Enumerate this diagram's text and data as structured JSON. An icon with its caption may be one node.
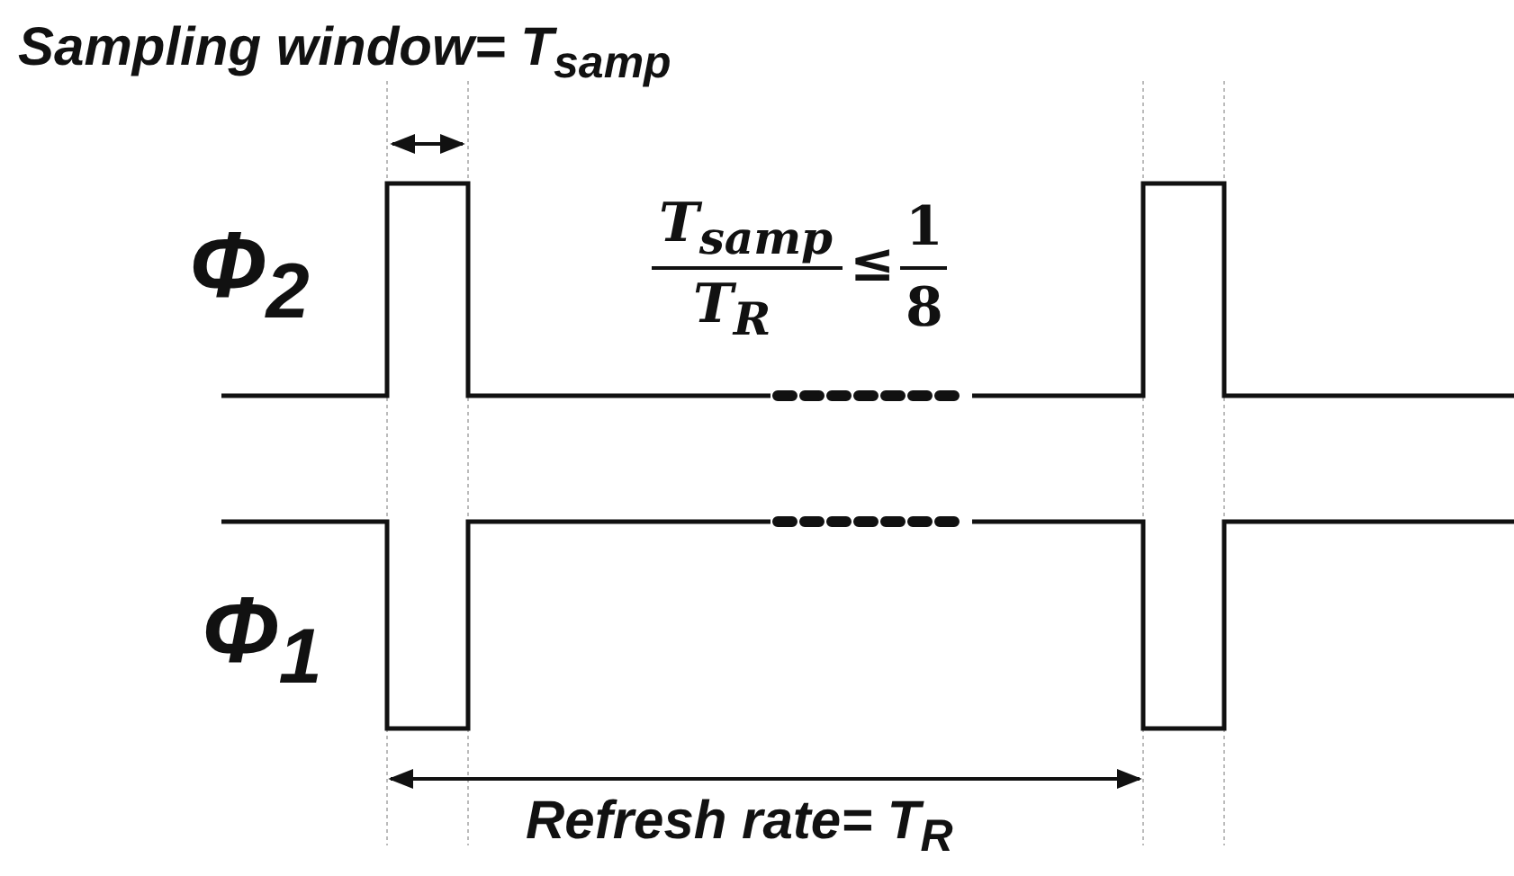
{
  "diagram": {
    "labels": [
      "Sampling window= T$_{samp}$",
      "Φ$_{2}$",
      "T$_{samp}$",
      "T$_{R}$",
      "≤",
      "1",
      "8",
      "Φ$_{1}$",
      "Refresh rate= T$_{R}$"
    ]
  }
}
